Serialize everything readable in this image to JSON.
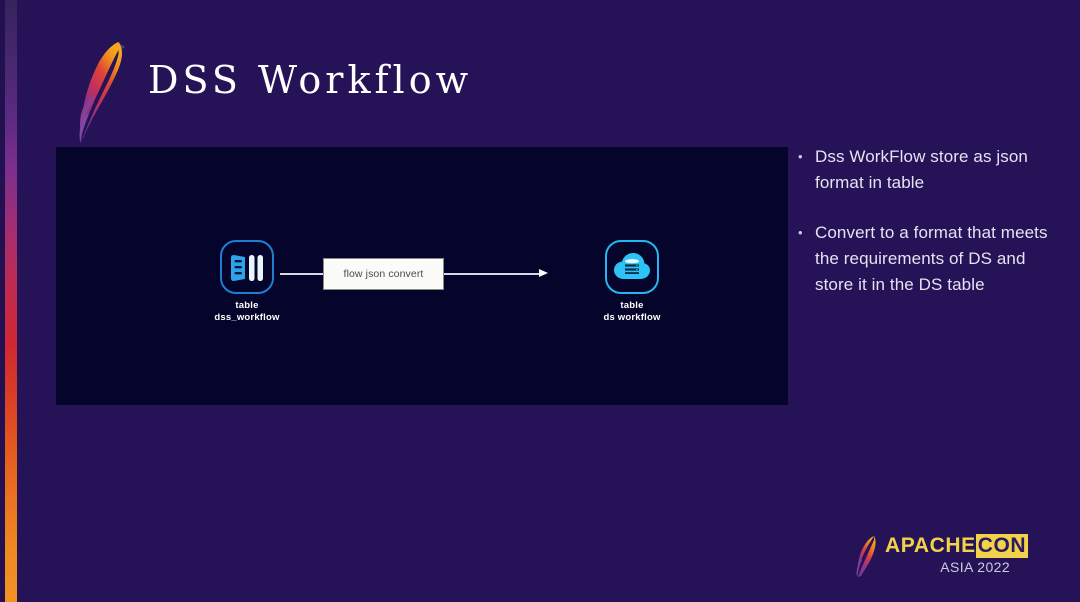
{
  "slide": {
    "title": "DSS Workflow",
    "background_color": "#261357",
    "accent_bar_colors": [
      "#34245e",
      "#7b2f8d",
      "#c02a4e",
      "#ea7320",
      "#f29224"
    ],
    "logo_icon": "apache-feather-icon"
  },
  "diagram": {
    "panel_background": "#05042a",
    "nodes": [
      {
        "icon": "table-bars-icon",
        "icon_color": "#1d7fd1",
        "label_line1": "table",
        "label_line2": "dss_workflow"
      },
      {
        "icon": "cloud-database-icon",
        "icon_color": "#22b7f0",
        "label_line1": "table",
        "label_line2": "ds workflow"
      }
    ],
    "process_box": {
      "label": "flow json convert",
      "background": "#fbfbf9",
      "text_color": "#4a4a4a"
    },
    "connectors": [
      {
        "from": "table-dss-workflow",
        "to": "flow-json-convert",
        "arrow": "right"
      },
      {
        "from": "flow-json-convert",
        "to": "table-ds-workflow",
        "arrow": "right"
      }
    ]
  },
  "bullets": {
    "marker": "•",
    "items": [
      "Dss WorkFlow store as json format in table",
      "Convert to a format that meets the requirements of DS and store it in the DS table"
    ]
  },
  "footer_logo": {
    "icon": "apache-feather-icon",
    "apache_text": "APACHE",
    "con_text": "CON",
    "subtitle": "ASIA 2022",
    "accent_color": "#f2d24b"
  }
}
